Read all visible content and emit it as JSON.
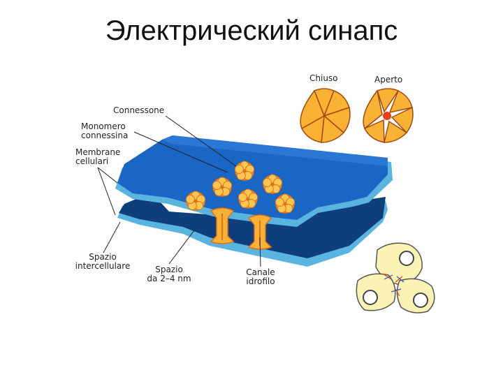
{
  "title": "Электрический синапс",
  "labels": {
    "connessone": "Connessone",
    "monomero": "Monomero\nconnessina",
    "membrane": "Membrane\ncellulari",
    "spazio_inter": "Spazio\nintercellulare",
    "spazio_nm": "Spazio\nda 2–4 nm",
    "canale": "Canale\nidrofilo",
    "chiuso": "Chiuso",
    "aperto": "Aperto"
  },
  "colors": {
    "membrane_top": "#1a66c4",
    "membrane_edge": "#5ab4e0",
    "membrane_bottom": "#0e3f7a",
    "connexon": "#f9b233",
    "connexon_edge": "#e0701a",
    "open_center": "#e8401c",
    "cell": "#fbf3b4"
  }
}
